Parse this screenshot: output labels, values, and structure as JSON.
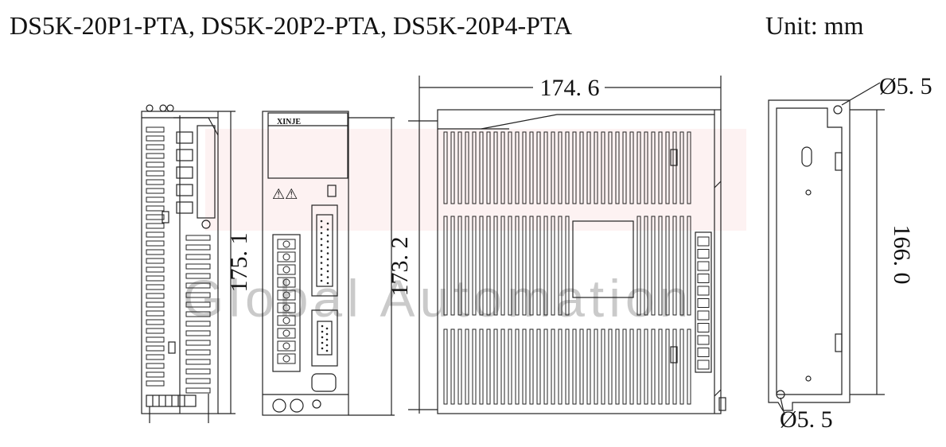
{
  "header": {
    "title": "DS5K-20P1-PTA, DS5K-20P2-PTA, DS5K-20P4-PTA",
    "unit": "Unit: mm"
  },
  "dimensions": {
    "side_height": "175. 1",
    "front_height": "173. 2",
    "depth": "174. 6",
    "mount_height": "166. 0",
    "hole_top": "Ø5. 5",
    "hole_bottom": "Ø5. 5"
  },
  "front_panel": {
    "brand": "XINJE",
    "warning_icons": "⚠⚠"
  },
  "watermark": {
    "text": "Global Automation",
    "color": "#e05050"
  }
}
